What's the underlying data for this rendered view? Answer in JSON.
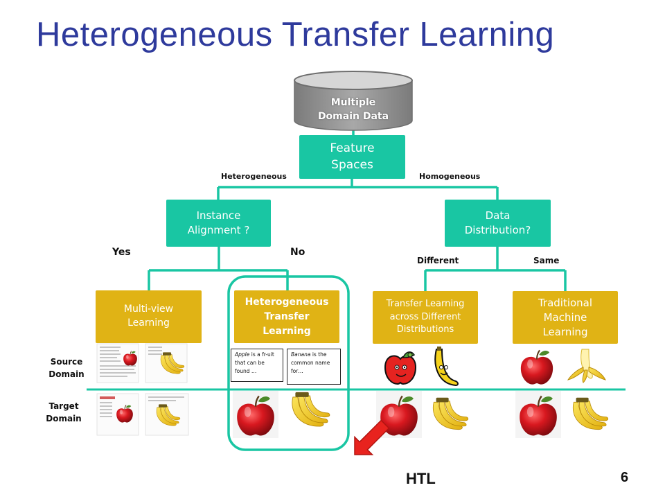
{
  "title": "Heterogeneous Transfer Learning",
  "database": {
    "label_line1": "Multiple",
    "label_line2": "Domain Data"
  },
  "nodes": {
    "feature_spaces": {
      "line1": "Feature",
      "line2": "Spaces"
    },
    "instance_alignment": {
      "line1": "Instance",
      "line2": "Alignment ?"
    },
    "data_distribution": {
      "line1": "Data",
      "line2": "Distribution?"
    },
    "multi_view": {
      "line1": "Multi-view",
      "line2": "Learning"
    },
    "htl": {
      "line1": "Heterogeneous",
      "line2": "Transfer",
      "line3": "Learning"
    },
    "tl_distributions": {
      "line1": "Transfer Learning",
      "line2": "across Different",
      "line3": "Distributions"
    },
    "traditional_ml": {
      "line1": "Traditional",
      "line2": "Machine",
      "line3": "Learning"
    }
  },
  "edge_labels": {
    "heterogeneous": "Heterogeneous",
    "homogeneous": "Homogeneous",
    "yes": "Yes",
    "no": "No",
    "different": "Different",
    "same": "Same"
  },
  "row_labels": {
    "source_line1": "Source",
    "source_line2": "Domain",
    "target_line1": "Target",
    "target_line2": "Domain"
  },
  "notes": {
    "apple": {
      "keyword": "Apple",
      "text": " is a fr-uit that can be found …"
    },
    "banana": {
      "keyword": "Banana",
      "text": " is the common name for…"
    }
  },
  "footer": {
    "htl": "HTL",
    "slide_number": "6"
  },
  "colors": {
    "title": "#2e3a9c",
    "teal": "#19c6a3",
    "gold": "#e0b315",
    "database": "#8e8e8e",
    "arrow": "#e8231e",
    "apple": "#c8151b",
    "banana": "#f2cf1f"
  },
  "icons": [
    "database-icon",
    "apple-icon",
    "banana-icon",
    "cartoon-apple-icon",
    "cartoon-banana-icon",
    "peeled-banana-icon",
    "document-thumbnail",
    "arrow-icon"
  ]
}
